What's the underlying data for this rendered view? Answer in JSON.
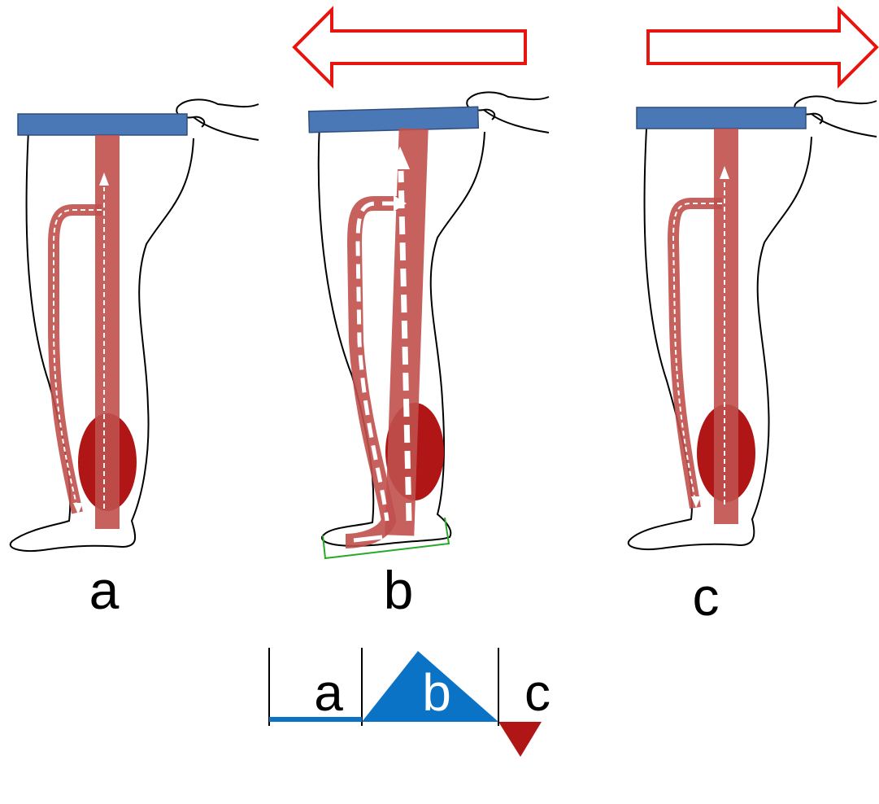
{
  "panels": [
    {
      "id": "a",
      "label": "a",
      "arrow": "none"
    },
    {
      "id": "b",
      "label": "b",
      "arrow": "left"
    },
    {
      "id": "c",
      "label": "c",
      "arrow": "right"
    }
  ],
  "legend": {
    "labels": [
      "a",
      "b",
      "c"
    ],
    "levels": {
      "a": 0,
      "b": 1,
      "c": -0.25
    }
  },
  "colors": {
    "plate": "#4a78b7",
    "plate_stroke": "#2f4e7a",
    "conduit": "#c0504d",
    "muscle": "#b01616",
    "arrow_outline": "#e8140f",
    "legend_blue": "#0b73c6",
    "legend_red": "#b01616",
    "foot_bracket": "#2aa82a"
  }
}
